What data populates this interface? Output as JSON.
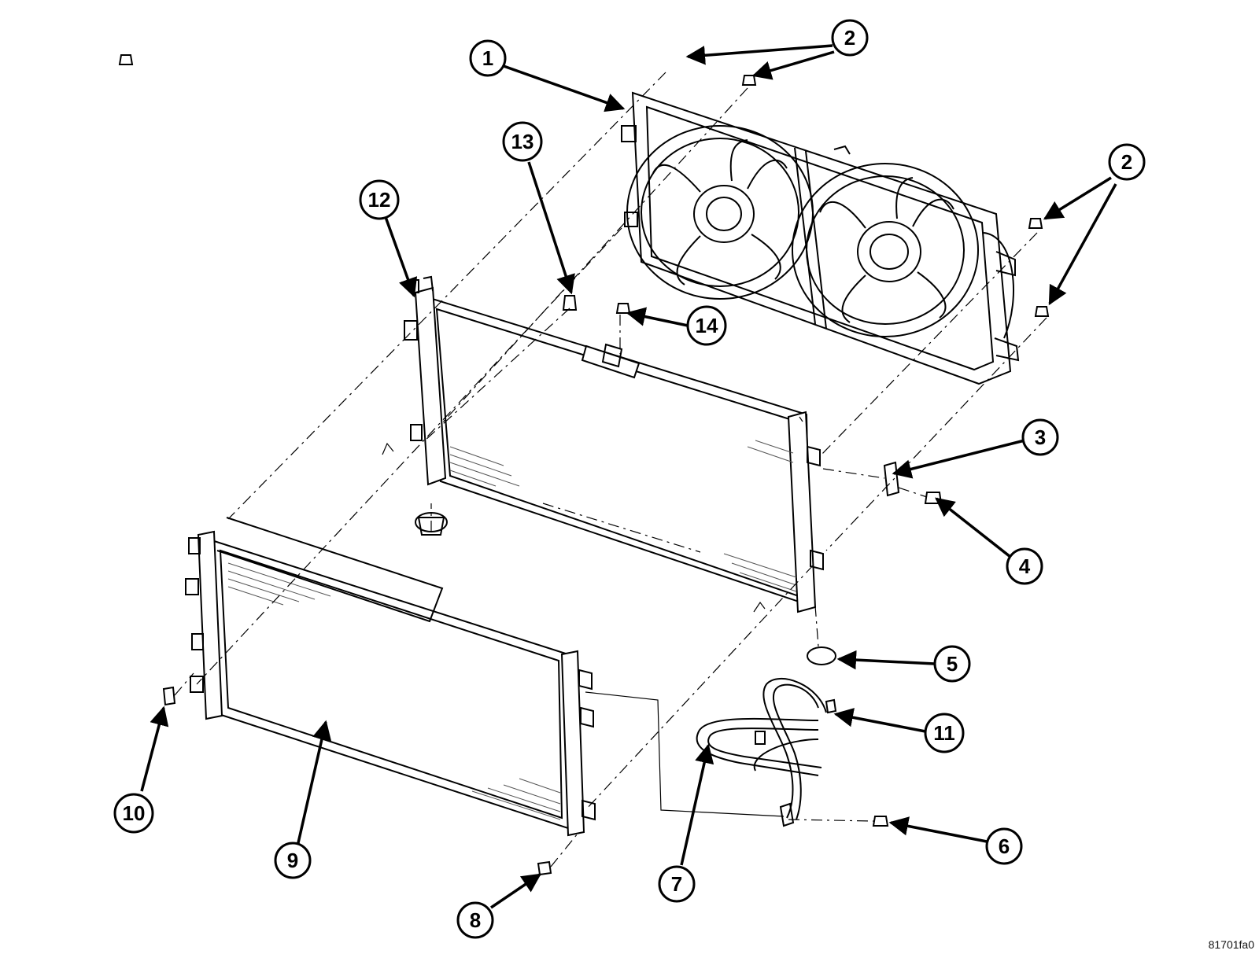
{
  "figure_id": "81701fa0",
  "callouts": [
    {
      "label": "1"
    },
    {
      "label": "2"
    },
    {
      "label": "2"
    },
    {
      "label": "3"
    },
    {
      "label": "4"
    },
    {
      "label": "5"
    },
    {
      "label": "6"
    },
    {
      "label": "7"
    },
    {
      "label": "8"
    },
    {
      "label": "9"
    },
    {
      "label": "10"
    },
    {
      "label": "11"
    },
    {
      "label": "12"
    },
    {
      "label": "13"
    },
    {
      "label": "14"
    }
  ],
  "colors": {
    "line": "#000000",
    "background": "#ffffff"
  }
}
